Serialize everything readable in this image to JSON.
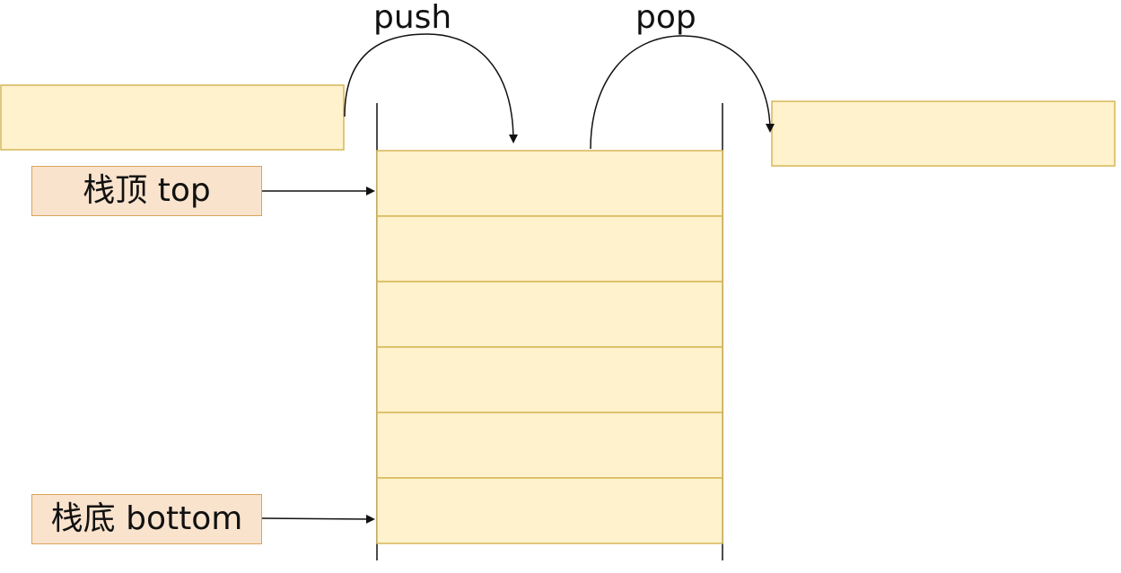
{
  "operations": {
    "push_label": "push",
    "pop_label": "pop"
  },
  "pointers": {
    "top_label": "栈顶 top",
    "bottom_label": "栈底 bottom"
  },
  "stack": {
    "slot_count": 6
  },
  "colors": {
    "slot_fill": "#fff2cc",
    "slot_border": "#d6b656",
    "pointer_fill": "#fae3cd",
    "pointer_border": "#d9a55b",
    "stroke": "#111111"
  }
}
